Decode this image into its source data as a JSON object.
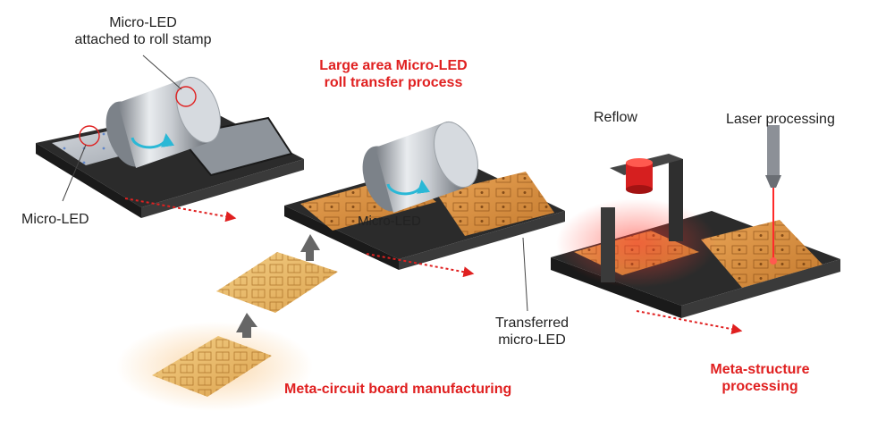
{
  "labels": {
    "microled_roll_line1": "Micro-LED",
    "microled_roll_line2": "attached to roll stamp",
    "large_area_line1": "Large area Micro-LED",
    "large_area_line2": "roll transfer process",
    "reflow": "Reflow",
    "laser_processing": "Laser processing",
    "micro_led": "Micro-LED",
    "micro_led_center": "Micro-LED",
    "transferred_line1": "Transferred",
    "transferred_line2": "micro-LED",
    "meta_circuit": "Meta-circuit board manufacturing",
    "meta_structure_line1": "Meta-structure",
    "meta_structure_line2": "processing"
  },
  "colors": {
    "accent_red": "#e02020",
    "text_dark": "#222222",
    "board_orange": "#d98a3a",
    "circuit_gold": "#e8b860",
    "arrow_cyan": "#2ab8d6",
    "frame_dark": "#2b2b2b"
  }
}
